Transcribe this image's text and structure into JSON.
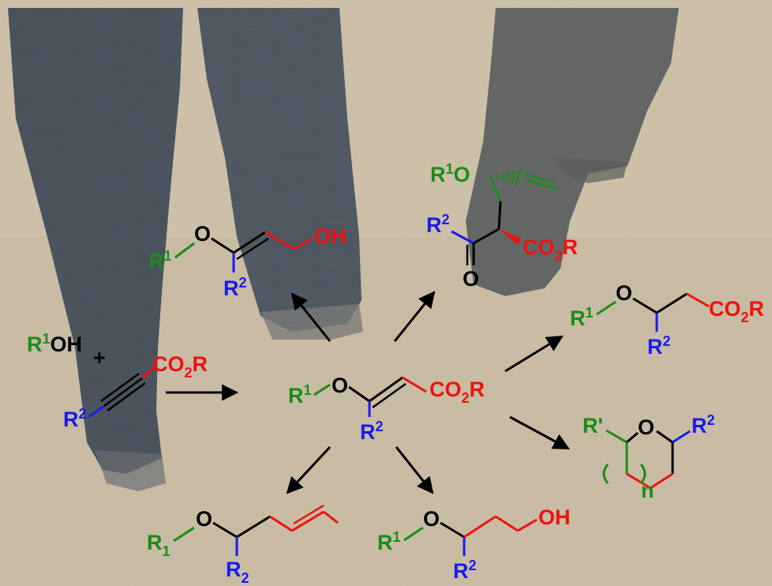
{
  "colors": {
    "green": "#1a8c1a",
    "blue": "#1a1aee",
    "red": "#ee1111",
    "black": "#000000",
    "ground": "#cdbfa6",
    "pants": "#4d5763"
  },
  "reactants": {
    "alcohol_base": "R",
    "alcohol_sup": "1",
    "alcohol_oh": "OH",
    "plus": "+",
    "ester_co": "CO",
    "ester_sub": "2",
    "ester_r": "R",
    "alkyne_sub_base": "R",
    "alkyne_sub_sup": "2"
  },
  "central": {
    "r_base": "R",
    "r_sup": "1",
    "o": "O",
    "co": "CO",
    "co_sub": "2",
    "co_r": "R",
    "r2_base": "R",
    "r2_sup": "2"
  },
  "product_allyl_alcohol": {
    "r_base": "R",
    "r_sup": "1",
    "o": "O",
    "oh": "OH",
    "r2_base": "R",
    "r2_sup": "2"
  },
  "product_claisen": {
    "r_base": "R",
    "r_sup": "1",
    "o": "O",
    "r2_base": "R",
    "r2_sup": "2",
    "co": "CO",
    "co_sub": "2",
    "co_r": "R",
    "ketone_o": "O"
  },
  "product_ester": {
    "r_base": "R",
    "r_sup": "1",
    "o": "O",
    "co": "CO",
    "co_sub": "2",
    "co_r": "R",
    "r2_base": "R",
    "r2_sup": "2"
  },
  "product_ring": {
    "r_prime": "R'",
    "o": "O",
    "r2_base": "R",
    "r2_sup": "2",
    "n": "n"
  },
  "product_allyl": {
    "r_base": "R",
    "r_sub": "1",
    "o": "O",
    "r2_base": "R",
    "r2_sub": "2"
  },
  "product_diol": {
    "r_base": "R",
    "r_sup": "1",
    "o": "O",
    "oh": "OH",
    "r2_base": "R",
    "r2_sup": "2"
  }
}
